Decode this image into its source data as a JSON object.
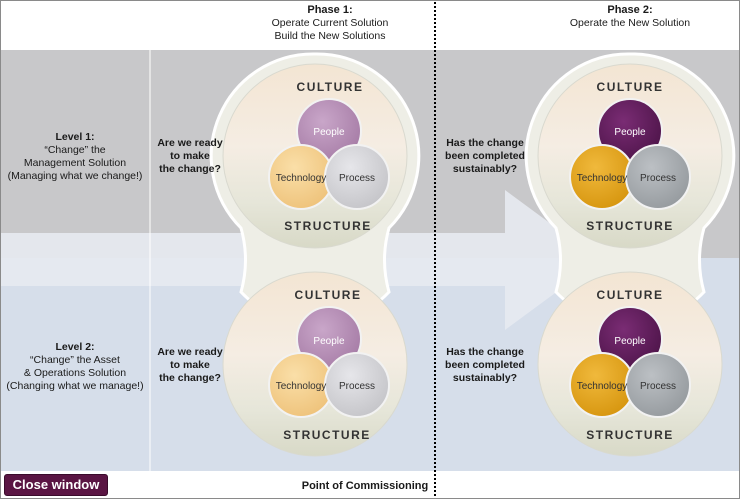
{
  "phase1": {
    "title": "Phase 1:",
    "line1": "Operate Current Solution",
    "line2": "Build the New Solutions"
  },
  "phase2": {
    "title": "Phase 2:",
    "line1": "Operate the New Solution"
  },
  "level1": {
    "title": "Level 1:",
    "line1": "“Change” the",
    "line2": "Management Solution",
    "line3": "(Managing what we change!)"
  },
  "level2": {
    "title": "Level 2:",
    "line1": "“Change” the Asset",
    "line2": "& Operations Solution",
    "line3": "(Changing what we manage!)"
  },
  "question_ready": {
    "line1": "Are we ready",
    "line2": "to make",
    "line3": "the change?"
  },
  "question_completed": {
    "line1": "Has the change",
    "line2": "been completed",
    "line3": "sustainably?"
  },
  "circle": {
    "culture": "CULTURE",
    "structure": "STRUCTURE",
    "people": "People",
    "technology": "Technology",
    "process": "Process"
  },
  "footer": {
    "point_of_commissioning": "Point of Commissioning",
    "close_button": "Close window"
  },
  "colors": {
    "band_top": "#c8c8ca",
    "band_bottom": "#d6deea",
    "people_light": "#b48ab4",
    "technology_light": "#f4cf8c",
    "process_light": "#d4d4d8",
    "people_dark": "#5e1c5a",
    "technology_dark": "#e1a31c",
    "process_dark": "#a8acb0",
    "close_button": "#5a1543"
  }
}
